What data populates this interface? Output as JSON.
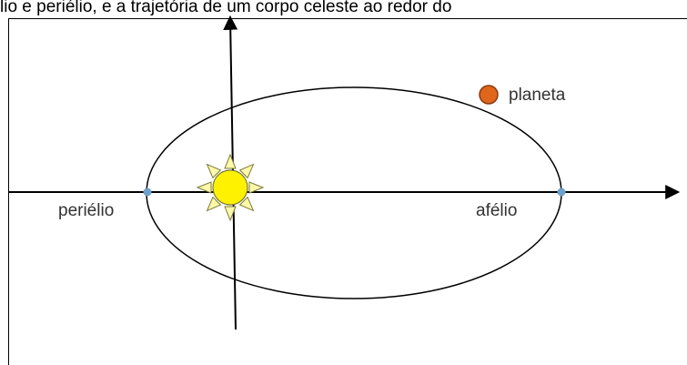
{
  "caption": "lio e periélio, e a trajetória de um corpo celeste ao redor do",
  "labels": {
    "planet": "planeta",
    "perihelion": "periélio",
    "aphelion": "afélio"
  },
  "colors": {
    "sun_fill": "#fff200",
    "sun_ray_fill": "#fdf9a8",
    "sun_stroke": "#7a7a3a",
    "planet_fill": "#e0661c",
    "planet_stroke": "#8a3a10",
    "apsis_marker": "#6f9fcc",
    "line": "#000000"
  },
  "icons": {
    "sun": "sun-icon",
    "planet": "planet-icon"
  }
}
